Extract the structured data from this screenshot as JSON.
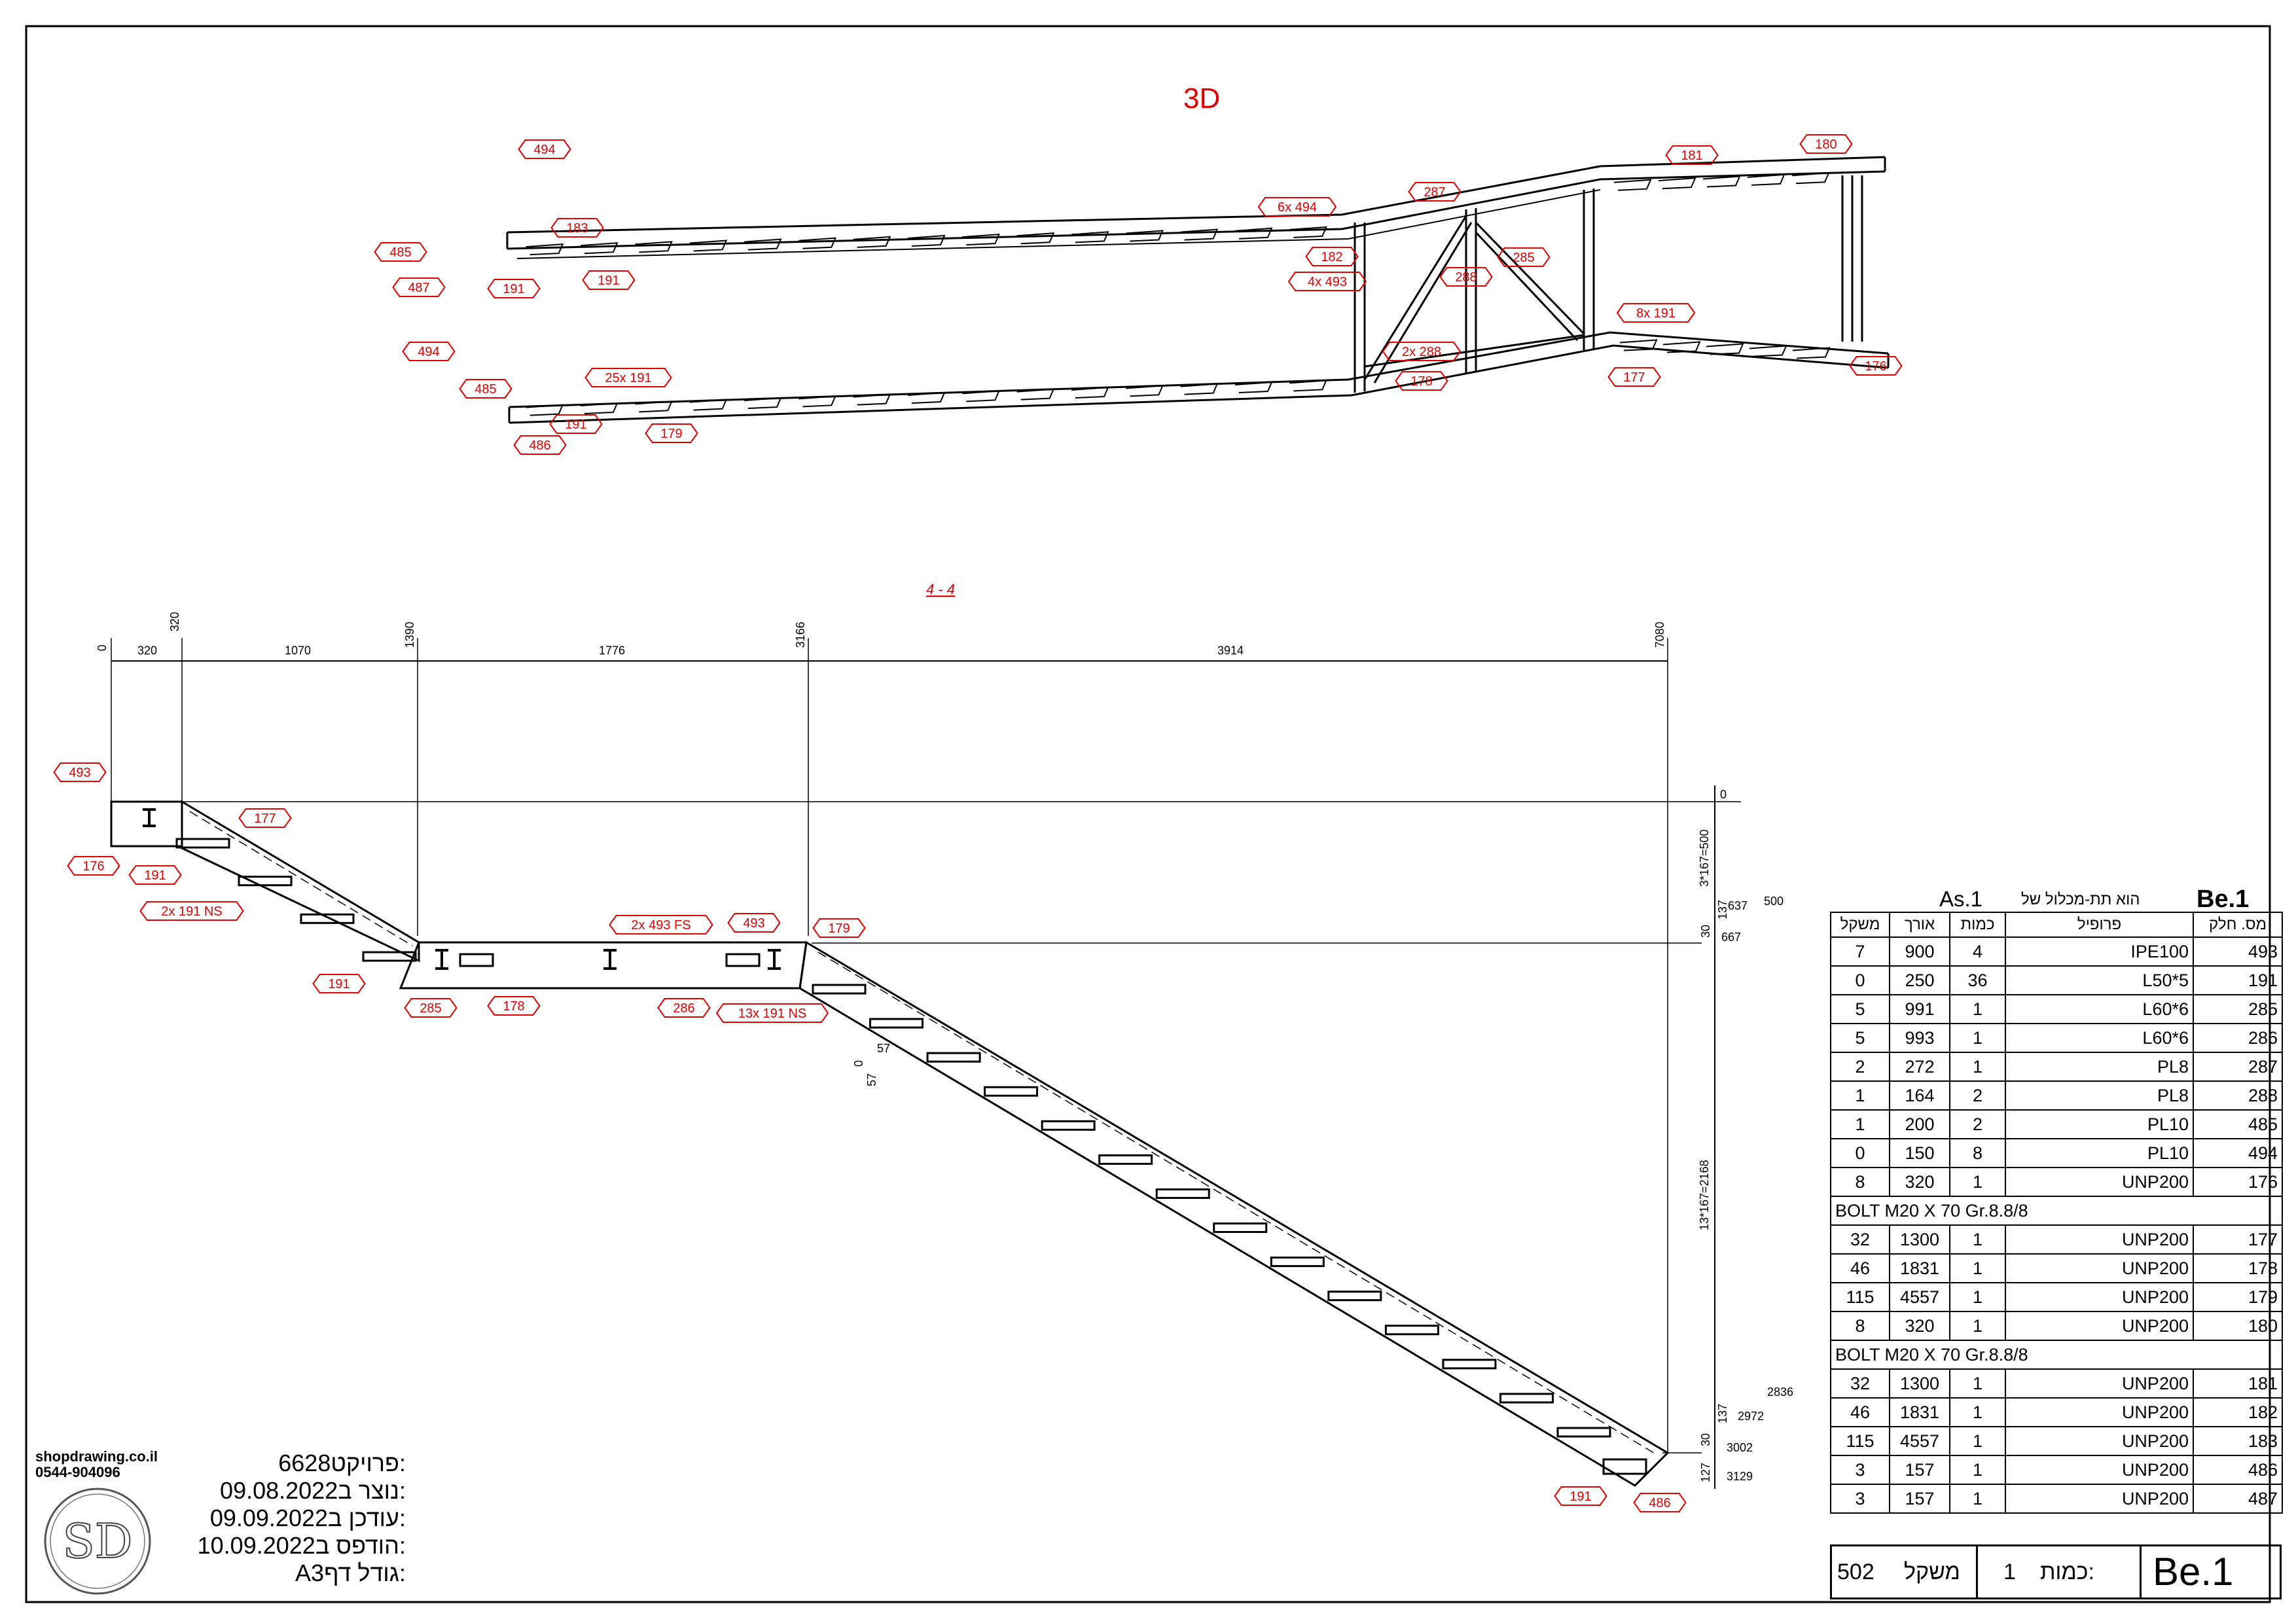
{
  "view_3d": {
    "title": "3D",
    "tags": [
      "494",
      "183",
      "485",
      "487",
      "191",
      "191",
      "6x 494",
      "287",
      "181",
      "180",
      "182",
      "4x 493",
      "285",
      "288",
      "8x 191",
      "494",
      "485",
      "25x 191",
      "191",
      "486",
      "179",
      "2x 288",
      "178",
      "177",
      "176"
    ]
  },
  "section": {
    "title": "4 - 4",
    "dims_top": [
      "0",
      "320",
      "320",
      "1070",
      "1390",
      "1776",
      "3166",
      "3914",
      "7080"
    ],
    "dims_right": [
      "0",
      "3*167=500",
      "637",
      "500",
      "137",
      "30",
      "667",
      "57",
      "0",
      "57",
      "13*167=2168",
      "2836",
      "2972",
      "137",
      "30",
      "3002",
      "127",
      "3129"
    ],
    "tags": [
      "493",
      "177",
      "176",
      "191",
      "2x 191 NS",
      "191",
      "285",
      "178",
      "2x 493 FS",
      "493",
      "286",
      "179",
      "13x 191 NS",
      "191",
      "486"
    ]
  },
  "bom": {
    "part": "Be.1",
    "of_label": "הוא תת-מכלול של",
    "assembly": "As.1",
    "headers": [
      "משקל",
      "אורך",
      "כמות",
      "פרופיל",
      "מס. חלק"
    ],
    "rows": [
      [
        "7",
        "900",
        "4",
        "IPE100",
        "493"
      ],
      [
        "0",
        "250",
        "36",
        "L50*5",
        "191"
      ],
      [
        "5",
        "991",
        "1",
        "L60*6",
        "285"
      ],
      [
        "5",
        "993",
        "1",
        "L60*6",
        "286"
      ],
      [
        "2",
        "272",
        "1",
        "PL8",
        "287"
      ],
      [
        "1",
        "164",
        "2",
        "PL8",
        "288"
      ],
      [
        "1",
        "200",
        "2",
        "PL10",
        "485"
      ],
      [
        "0",
        "150",
        "8",
        "PL10",
        "494"
      ],
      [
        "8",
        "320",
        "1",
        "UNP200",
        "176"
      ]
    ],
    "note1": "BOLT M20 X 70 Gr.8.8/8",
    "rows2": [
      [
        "32",
        "1300",
        "1",
        "UNP200",
        "177"
      ],
      [
        "46",
        "1831",
        "1",
        "UNP200",
        "178"
      ],
      [
        "115",
        "4557",
        "1",
        "UNP200",
        "179"
      ],
      [
        "8",
        "320",
        "1",
        "UNP200",
        "180"
      ]
    ],
    "note2": "BOLT M20 X 70 Gr.8.8/8",
    "rows3": [
      [
        "32",
        "1300",
        "1",
        "UNP200",
        "181"
      ],
      [
        "46",
        "1831",
        "1",
        "UNP200",
        "182"
      ],
      [
        "115",
        "4557",
        "1",
        "UNP200",
        "183"
      ],
      [
        "3",
        "157",
        "1",
        "UNP200",
        "486"
      ],
      [
        "3",
        "157",
        "1",
        "UNP200",
        "487"
      ]
    ],
    "footer": {
      "weight_value": "502",
      "weight_label": "משקל",
      "qty_value": "1",
      "qty_label": "כמות:",
      "part": "Be.1"
    }
  },
  "title_block": {
    "project_label": "פרויקט:",
    "project": "6628",
    "created_label": "נוצר ב:",
    "created": "09.08.2022",
    "updated_label": "עודכן ב:",
    "updated": "09.09.2022",
    "printed_label": "הודפס ב:",
    "printed": "10.09.2022",
    "size_label": "גודל דף:",
    "size": "A3"
  },
  "brand": {
    "site": "shopdrawing.co.il",
    "phone": "0544-904096",
    "logo_text": "SD"
  },
  "colors": {
    "annotation": "#e00000",
    "line": "#000000"
  }
}
